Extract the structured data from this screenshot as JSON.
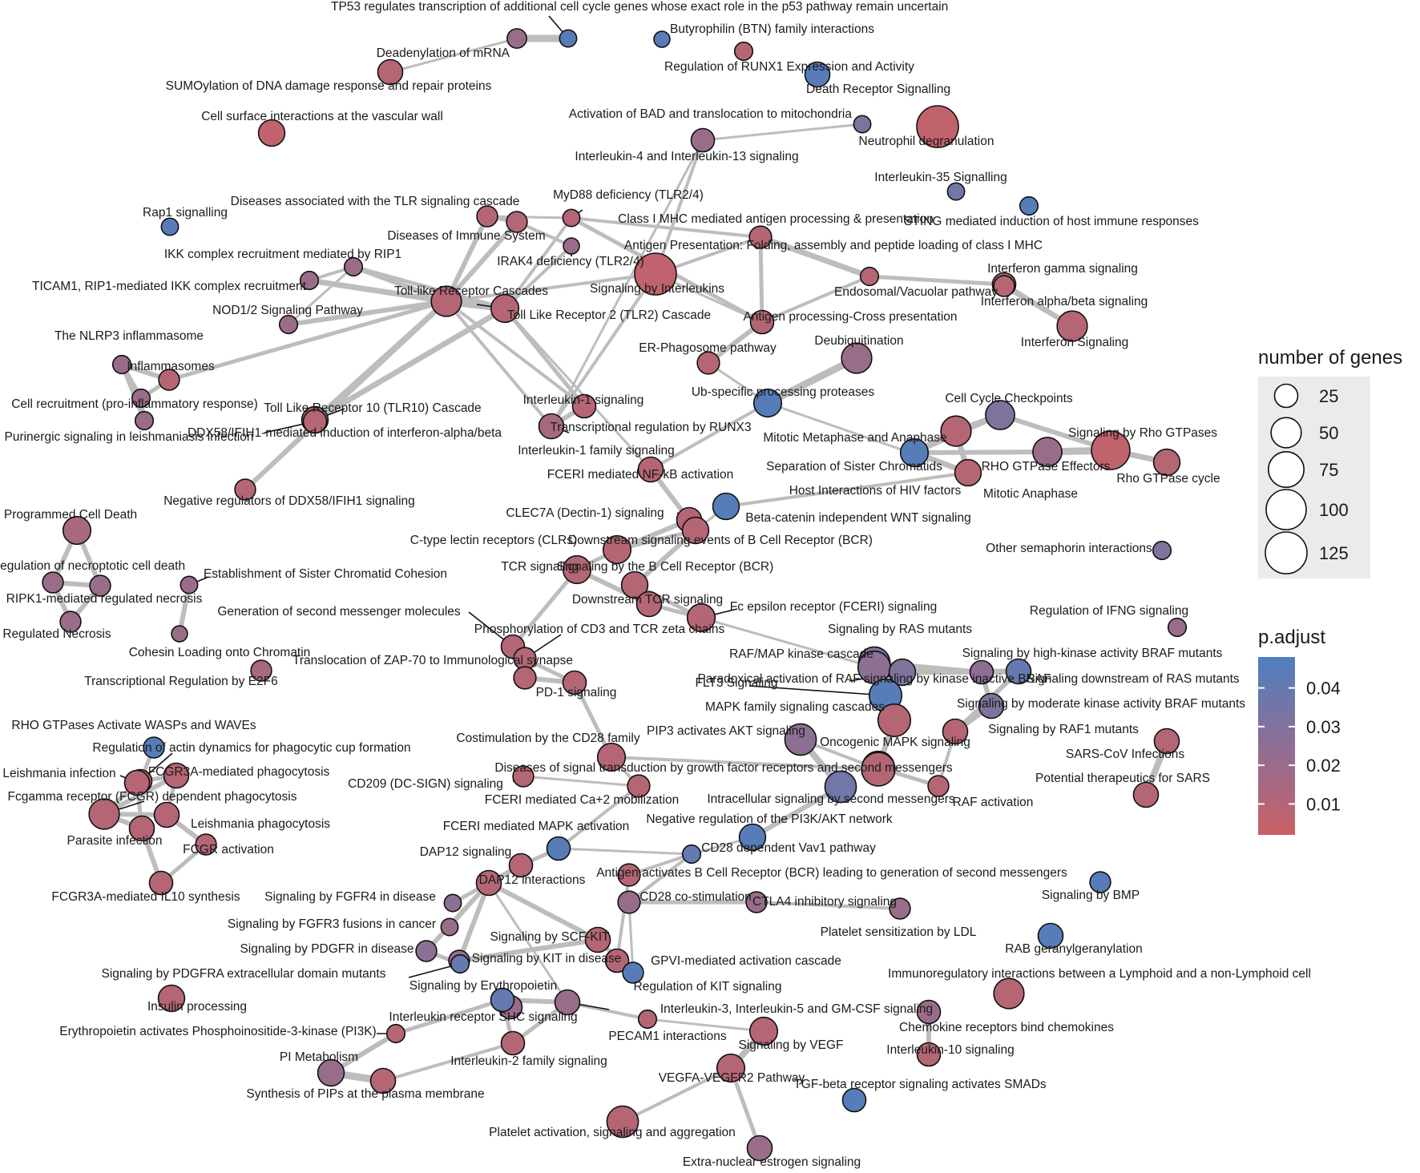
{
  "legend": {
    "size_title": "number of genes",
    "size_items": [
      {
        "label": "25",
        "value": 25
      },
      {
        "label": "50",
        "value": 50
      },
      {
        "label": "75",
        "value": 75
      },
      {
        "label": "100",
        "value": 100
      },
      {
        "label": "125",
        "value": 125
      }
    ],
    "color_title": "p.adjust",
    "color_ticks": [
      {
        "label": "0.04",
        "value": 0.04
      },
      {
        "label": "0.03",
        "value": 0.03
      },
      {
        "label": "0.02",
        "value": 0.02
      },
      {
        "label": "0.01",
        "value": 0.01
      }
    ],
    "color_low": "#C96166",
    "color_high": "#4F7FBF"
  },
  "nodes": [
    {
      "id": "tp53",
      "label": "TP53 regulates transcription of additional cell cycle genes whose exact role in the p53 pathway remain uncertain",
      "genes": 10,
      "p": 0.045
    },
    {
      "id": "dead",
      "label": "Deadenylation of mRNA",
      "genes": 15,
      "p": 0.02
    },
    {
      "id": "btn",
      "label": "Butyrophilin (BTN) family interactions",
      "genes": 8,
      "p": 0.045
    },
    {
      "id": "runx1",
      "label": "Regulation of RUNX1 Expression and Activity",
      "genes": 12,
      "p": 0.01
    },
    {
      "id": "death",
      "label": "Death Receptor Signalling",
      "genes": 30,
      "p": 0.045
    },
    {
      "id": "sumo",
      "label": "SUMOylation of DNA damage response and repair proteins",
      "genes": 30,
      "p": 0.01
    },
    {
      "id": "vasc",
      "label": "Cell surface interactions at the vascular wall",
      "genes": 35,
      "p": 0.005
    },
    {
      "id": "bad",
      "label": "Activation of BAD and translocation to mitochondria",
      "genes": 10,
      "p": 0.03
    },
    {
      "id": "neut",
      "label": "Neutrophil degranulation",
      "genes": 120,
      "p": 0.005
    },
    {
      "id": "il4",
      "label": "Interleukin-4 and Interleukin-13 signaling",
      "genes": 25,
      "p": 0.02
    },
    {
      "id": "il35",
      "label": "Interleukin-35 Signalling",
      "genes": 10,
      "p": 0.035
    },
    {
      "id": "sting",
      "label": "STING mediated induction of host immune responses",
      "genes": 12,
      "p": 0.045
    },
    {
      "id": "rap1",
      "label": "Rap1 signalling",
      "genes": 10,
      "p": 0.045
    },
    {
      "id": "tlrdis",
      "label": "Diseases associated with the TLR signaling cascade",
      "genes": 18,
      "p": 0.01
    },
    {
      "id": "myd88",
      "label": "MyD88 deficiency (TLR2/4)",
      "genes": 8,
      "p": 0.02
    },
    {
      "id": "mhc1",
      "label": "Class I MHC mediated antigen processing & presentation",
      "genes": 10,
      "p": 0.01
    },
    {
      "id": "disimm",
      "label": "Diseases of Immune System",
      "genes": 18,
      "p": 0.01
    },
    {
      "id": "irak4",
      "label": "IRAK4 deficiency (TLR2/4)",
      "genes": 8,
      "p": 0.02
    },
    {
      "id": "agpres",
      "label": "Antigen Presentation: Folding, assembly and peptide loading of class I MHC",
      "genes": 22,
      "p": 0.01
    },
    {
      "id": "ikk",
      "label": "IKK complex recruitment mediated by RIP1",
      "genes": 12,
      "p": 0.02
    },
    {
      "id": "ticam1",
      "label": "TICAM1, RIP1-mediated IKK complex recruitment",
      "genes": 12,
      "p": 0.02
    },
    {
      "id": "ifng",
      "label": "Interferon gamma signaling",
      "genes": 25,
      "p": 0.01
    },
    {
      "id": "endo",
      "label": "Endosomal/Vacuolar pathway",
      "genes": 12,
      "p": 0.01
    },
    {
      "id": "ifnab",
      "label": "Interferon alpha/beta signaling",
      "genes": 18,
      "p": 0.01
    },
    {
      "id": "tlrc",
      "label": "Toll-like Receptor Cascades",
      "genes": 50,
      "p": 0.01
    },
    {
      "id": "sigil",
      "label": "Signaling by Interleukins",
      "genes": 120,
      "p": 0.005
    },
    {
      "id": "tlr2",
      "label": "Toll Like Receptor 2 (TLR2) Cascade",
      "genes": 40,
      "p": 0.01
    },
    {
      "id": "nod12",
      "label": "NOD1/2 Signaling Pathway",
      "genes": 12,
      "p": 0.02
    },
    {
      "id": "cross",
      "label": "Antigen processing-Cross presentation",
      "genes": 25,
      "p": 0.01
    },
    {
      "id": "ifnsig",
      "label": "Interferon Signaling",
      "genes": 50,
      "p": 0.01
    },
    {
      "id": "nlrp3",
      "label": "The NLRP3 inflammasome",
      "genes": 12,
      "p": 0.02
    },
    {
      "id": "erph",
      "label": "ER-Phagosome pathway",
      "genes": 22,
      "p": 0.01
    },
    {
      "id": "deub",
      "label": "Deubiquitination",
      "genes": 50,
      "p": 0.02
    },
    {
      "id": "inflam",
      "label": "Inflammasomes",
      "genes": 18,
      "p": 0.01
    },
    {
      "id": "cellrec",
      "label": "Cell recruitment (pro-inflammatory response)",
      "genes": 12,
      "p": 0.02
    },
    {
      "id": "tlr10",
      "label": "Toll Like Receptor 10 (TLR10) Cascade",
      "genes": 35,
      "p": 0.01
    },
    {
      "id": "ubsp",
      "label": "Ub-specific processing proteases",
      "genes": 40,
      "p": 0.045
    },
    {
      "id": "il1",
      "label": "Interleukin-1 signaling",
      "genes": 25,
      "p": 0.01
    },
    {
      "id": "ccc",
      "label": "Cell Cycle Checkpoints",
      "genes": 45,
      "p": 0.03
    },
    {
      "id": "puri",
      "label": "Purinergic signaling in leishmaniasis infection",
      "genes": 12,
      "p": 0.02
    },
    {
      "id": "ddx58",
      "label": "DDX58/IFIH1-mediated induction of interferon-alpha/beta",
      "genes": 25,
      "p": 0.01
    },
    {
      "id": "runx3",
      "label": "Transcriptional regulation by RUNX3",
      "genes": 25,
      "p": 0.01
    },
    {
      "id": "il1fam",
      "label": "Interleukin-1 family signaling",
      "genes": 30,
      "p": 0.015
    },
    {
      "id": "mitmet",
      "label": "Mitotic Metaphase and Anaphase",
      "genes": 50,
      "p": 0.01
    },
    {
      "id": "rhogtp",
      "label": "Signaling by Rho GTPases",
      "genes": 90,
      "p": 0.005
    },
    {
      "id": "sepchr",
      "label": "Separation of Sister Chromatids",
      "genes": 40,
      "p": 0.045
    },
    {
      "id": "rhoeff",
      "label": "RHO GTPase Effectors",
      "genes": 45,
      "p": 0.02
    },
    {
      "id": "rhocyc",
      "label": "Rho GTPase cycle",
      "genes": 35,
      "p": 0.01
    },
    {
      "id": "fcerinf",
      "label": "FCERI mediated NF-kB activation",
      "genes": 30,
      "p": 0.01
    },
    {
      "id": "hiv",
      "label": "Host Interactions of HIV factors",
      "genes": 30,
      "p": 0.01
    },
    {
      "id": "mitana",
      "label": "Mitotic Anaphase",
      "genes": 35,
      "p": 0.01
    },
    {
      "id": "negddx",
      "label": "Negative regulators of DDX58/IFIH1 signaling",
      "genes": 18,
      "p": 0.01
    },
    {
      "id": "clec7a",
      "label": "CLEC7A (Dectin-1) signaling",
      "genes": 30,
      "p": 0.01
    },
    {
      "id": "betacat",
      "label": "Beta-catenin independent WNT signaling",
      "genes": 35,
      "p": 0.045
    },
    {
      "id": "pcd",
      "label": "Programmed Cell Death",
      "genes": 40,
      "p": 0.015
    },
    {
      "id": "clr",
      "label": "C-type lectin receptors (CLRs)",
      "genes": 40,
      "p": 0.01
    },
    {
      "id": "bcrdown",
      "label": "Downstream signaling events of B Cell Receptor (BCR)",
      "genes": 35,
      "p": 0.01
    },
    {
      "id": "othsema",
      "label": "Other semaphorin interactions",
      "genes": 12,
      "p": 0.03
    },
    {
      "id": "regnec",
      "label": "Regulation of necroptotic cell death",
      "genes": 18,
      "p": 0.02
    },
    {
      "id": "estab",
      "label": "Establishment of Sister Chromatid Cohesion",
      "genes": 10,
      "p": 0.02
    },
    {
      "id": "tcr",
      "label": "TCR signaling",
      "genes": 40,
      "p": 0.01
    },
    {
      "id": "bcr",
      "label": "Signaling by the B Cell Receptor (BCR)",
      "genes": 35,
      "p": 0.01
    },
    {
      "id": "ripk1",
      "label": "RIPK1-mediated regulated necrosis",
      "genes": 18,
      "p": 0.02
    },
    {
      "id": "downtcr",
      "label": "Downstream TCR signaling",
      "genes": 30,
      "p": 0.01
    },
    {
      "id": "fcepsilon",
      "label": "Fc epsilon receptor (FCERI) signaling",
      "genes": 40,
      "p": 0.01
    },
    {
      "id": "gen2nd",
      "label": "Generation of second messenger molecules",
      "genes": 25,
      "p": 0.01
    },
    {
      "id": "regifng",
      "label": "Regulation of IFNG signaling",
      "genes": 12,
      "p": 0.02
    },
    {
      "id": "regnecro",
      "label": "Regulated Necrosis",
      "genes": 18,
      "p": 0.02
    },
    {
      "id": "cd3",
      "label": "Phosphorylation of CD3 and TCR zeta chains",
      "genes": 22,
      "p": 0.01
    },
    {
      "id": "rasmut",
      "label": "Signaling by RAS mutants",
      "genes": 55,
      "p": 0.03
    },
    {
      "id": "cohesin",
      "label": "Cohesin Loading onto Chromatin",
      "genes": 8,
      "p": 0.02
    },
    {
      "id": "rafmap",
      "label": "RAF/MAP kinase cascade",
      "genes": 60,
      "p": 0.025
    },
    {
      "id": "brafhigh",
      "label": "Signaling by high-kinase activity BRAF mutants",
      "genes": 25,
      "p": 0.025
    },
    {
      "id": "zap70",
      "label": "Translocation of ZAP-70 to Immunological synapse",
      "genes": 22,
      "p": 0.01
    },
    {
      "id": "paradox",
      "label": "Paradoxical activation of RAF signaling by kinase inactive BRAF",
      "genes": 35,
      "p": 0.03
    },
    {
      "id": "downras",
      "label": "Signaling downstream of RAS mutants",
      "genes": 30,
      "p": 0.04
    },
    {
      "id": "e2f6",
      "label": "Transcriptional Regulation by E2F6",
      "genes": 18,
      "p": 0.015
    },
    {
      "id": "flt3",
      "label": "FLT3 Signaling",
      "genes": 60,
      "p": 0.045
    },
    {
      "id": "pd1",
      "label": "PD-1 signaling",
      "genes": 25,
      "p": 0.01
    },
    {
      "id": "brafmod",
      "label": "Signaling by moderate kinase activity BRAF mutants",
      "genes": 30,
      "p": 0.03
    },
    {
      "id": "mapkfam",
      "label": "MAPK family signaling cascades",
      "genes": 60,
      "p": 0.01
    },
    {
      "id": "rhowasp",
      "label": "RHO GTPases Activate WASPs and WAVEs",
      "genes": 18,
      "p": 0.045
    },
    {
      "id": "raf1mut",
      "label": "Signaling by RAF1 mutants",
      "genes": 30,
      "p": 0.01
    },
    {
      "id": "pip3akt",
      "label": "PIP3 activates AKT signaling",
      "genes": 55,
      "p": 0.025
    },
    {
      "id": "cd28fam",
      "label": "Costimulation by the CD28 family",
      "genes": 40,
      "p": 0.01
    },
    {
      "id": "oncmapk",
      "label": "Oncogenic MAPK signaling",
      "genes": 60,
      "p": 0.01
    },
    {
      "id": "sarscov",
      "label": "SARS-CoV Infections",
      "genes": 30,
      "p": 0.01
    },
    {
      "id": "actin",
      "label": "Regulation of actin dynamics for phagocytic cup formation",
      "genes": 25,
      "p": 0.01
    },
    {
      "id": "leish",
      "label": "Leishmania infection",
      "genes": 30,
      "p": 0.01
    },
    {
      "id": "fcgr3a",
      "label": "FCGR3A-mediated phagocytosis",
      "genes": 30,
      "p": 0.01
    },
    {
      "id": "disgf",
      "label": "Diseases of signal transduction by growth factor receptors and second messengers",
      "genes": 65,
      "p": 0.01
    },
    {
      "id": "dcsign",
      "label": "CD209 (DC-SIGN) signaling",
      "genes": 18,
      "p": 0.01
    },
    {
      "id": "fcgamma",
      "label": "Fcgamma receptor (FCGR) dependent phagocytosis",
      "genes": 50,
      "p": 0.01
    },
    {
      "id": "intra2nd",
      "label": "Intracellular signaling by second messengers",
      "genes": 55,
      "p": 0.035
    },
    {
      "id": "ptsars",
      "label": "Potential therapeutics for SARS",
      "genes": 30,
      "p": 0.01
    },
    {
      "id": "rafact",
      "label": "RAF activation",
      "genes": 18,
      "p": 0.01
    },
    {
      "id": "fcerica",
      "label": "FCERI mediated Ca+2 mobilization",
      "genes": 22,
      "p": 0.01
    },
    {
      "id": "leishph",
      "label": "Leishmania phagocytosis",
      "genes": 30,
      "p": 0.01
    },
    {
      "id": "parasite",
      "label": "Parasite infection",
      "genes": 30,
      "p": 0.01
    },
    {
      "id": "negpi3k",
      "label": "Negative regulation of the PI3K/AKT network",
      "genes": 35,
      "p": 0.045
    },
    {
      "id": "fcgract",
      "label": "FCGR activation",
      "genes": 18,
      "p": 0.01
    },
    {
      "id": "fcerimapk",
      "label": "FCERI mediated MAPK activation",
      "genes": 25,
      "p": 0.045
    },
    {
      "id": "cd28vav",
      "label": "CD28 dependent Vav1 pathway",
      "genes": 12,
      "p": 0.04
    },
    {
      "id": "dap12",
      "label": "DAP12 signaling",
      "genes": 25,
      "p": 0.01
    },
    {
      "id": "bcrantigen",
      "label": "Antigen activates B Cell Receptor (BCR) leading to generation of second messengers",
      "genes": 22,
      "p": 0.01
    },
    {
      "id": "dap12int",
      "label": "DAP12 interactions",
      "genes": 30,
      "p": 0.01
    },
    {
      "id": "il10syn",
      "label": "FCGR3A-mediated IL10 synthesis",
      "genes": 25,
      "p": 0.01
    },
    {
      "id": "bmp",
      "label": "Signaling by BMP",
      "genes": 18,
      "p": 0.045
    },
    {
      "id": "cd28co",
      "label": "CD28 co-stimulation",
      "genes": 22,
      "p": 0.02
    },
    {
      "id": "fgfr4",
      "label": "Signaling by FGFR4 in disease",
      "genes": 10,
      "p": 0.025
    },
    {
      "id": "ctla4",
      "label": "CTLA4 inhibitory signaling",
      "genes": 18,
      "p": 0.02
    },
    {
      "id": "fgfr3",
      "label": "Signaling by FGFR3 fusions in cancer",
      "genes": 10,
      "p": 0.02
    },
    {
      "id": "platelet",
      "label": "Platelet sensitization by LDL",
      "genes": 18,
      "p": 0.02
    },
    {
      "id": "rabger",
      "label": "RAB geranylgeranylation",
      "genes": 30,
      "p": 0.045
    },
    {
      "id": "pdgfr",
      "label": "Signaling by PDGFR in disease",
      "genes": 18,
      "p": 0.025
    },
    {
      "id": "scfkit",
      "label": "Signaling by SCF-KIT",
      "genes": 30,
      "p": 0.01
    },
    {
      "id": "gpvi",
      "label": "GPVI-mediated activation cascade",
      "genes": 25,
      "p": 0.01
    },
    {
      "id": "kitdis",
      "label": "Signaling by KIT in disease",
      "genes": 18,
      "p": 0.02
    },
    {
      "id": "pdgfra",
      "label": "Signaling by PDGFRA extracellular domain mutants",
      "genes": 12,
      "p": 0.04
    },
    {
      "id": "immreg",
      "label": "Immunoregulatory interactions between a Lymphoid and a non-Lymphoid cell",
      "genes": 50,
      "p": 0.01
    },
    {
      "id": "epo",
      "label": "Signaling by Erythropoietin",
      "genes": 25,
      "p": 0.02
    },
    {
      "id": "regkit",
      "label": "Regulation of KIT signaling",
      "genes": 18,
      "p": 0.045
    },
    {
      "id": "insulin",
      "label": "Insulin processing",
      "genes": 35,
      "p": 0.01
    },
    {
      "id": "il35gm",
      "label": "Interleukin-3, Interleukin-5 and GM-CSF signaling",
      "genes": 30,
      "p": 0.02
    },
    {
      "id": "pi3kepo",
      "label": "Erythropoietin activates Phosphoinositide-3-kinase (PI3K)",
      "genes": 12,
      "p": 0.01
    },
    {
      "id": "ilshc",
      "label": "Interleukin receptor SHC signaling",
      "genes": 25,
      "p": 0.04
    },
    {
      "id": "chemok",
      "label": "Chemokine receptors bind chemokines",
      "genes": 25,
      "p": 0.02
    },
    {
      "id": "pecam",
      "label": "PECAM1 interactions",
      "genes": 12,
      "p": 0.01
    },
    {
      "id": "vegf",
      "label": "Signaling by VEGF",
      "genes": 40,
      "p": 0.01
    },
    {
      "id": "il2fam",
      "label": "Interleukin-2 family signaling",
      "genes": 25,
      "p": 0.01
    },
    {
      "id": "il10",
      "label": "Interleukin-10 signaling",
      "genes": 25,
      "p": 0.01
    },
    {
      "id": "pimeta",
      "label": "PI Metabolism",
      "genes": 35,
      "p": 0.02
    },
    {
      "id": "vegfr2",
      "label": "VEGFA-VEGFR2 Pathway",
      "genes": 40,
      "p": 0.01
    },
    {
      "id": "tgfb",
      "label": "TGF-beta receptor signaling activates SMADs",
      "genes": 25,
      "p": 0.045
    },
    {
      "id": "pips",
      "label": "Synthesis of PIPs at the plasma membrane",
      "genes": 30,
      "p": 0.01
    },
    {
      "id": "plagg",
      "label": "Platelet activation, signaling and aggregation",
      "genes": 55,
      "p": 0.01
    },
    {
      "id": "extranuc",
      "label": "Extra-nuclear estrogen signaling",
      "genes": 30,
      "p": 0.02
    }
  ]
}
